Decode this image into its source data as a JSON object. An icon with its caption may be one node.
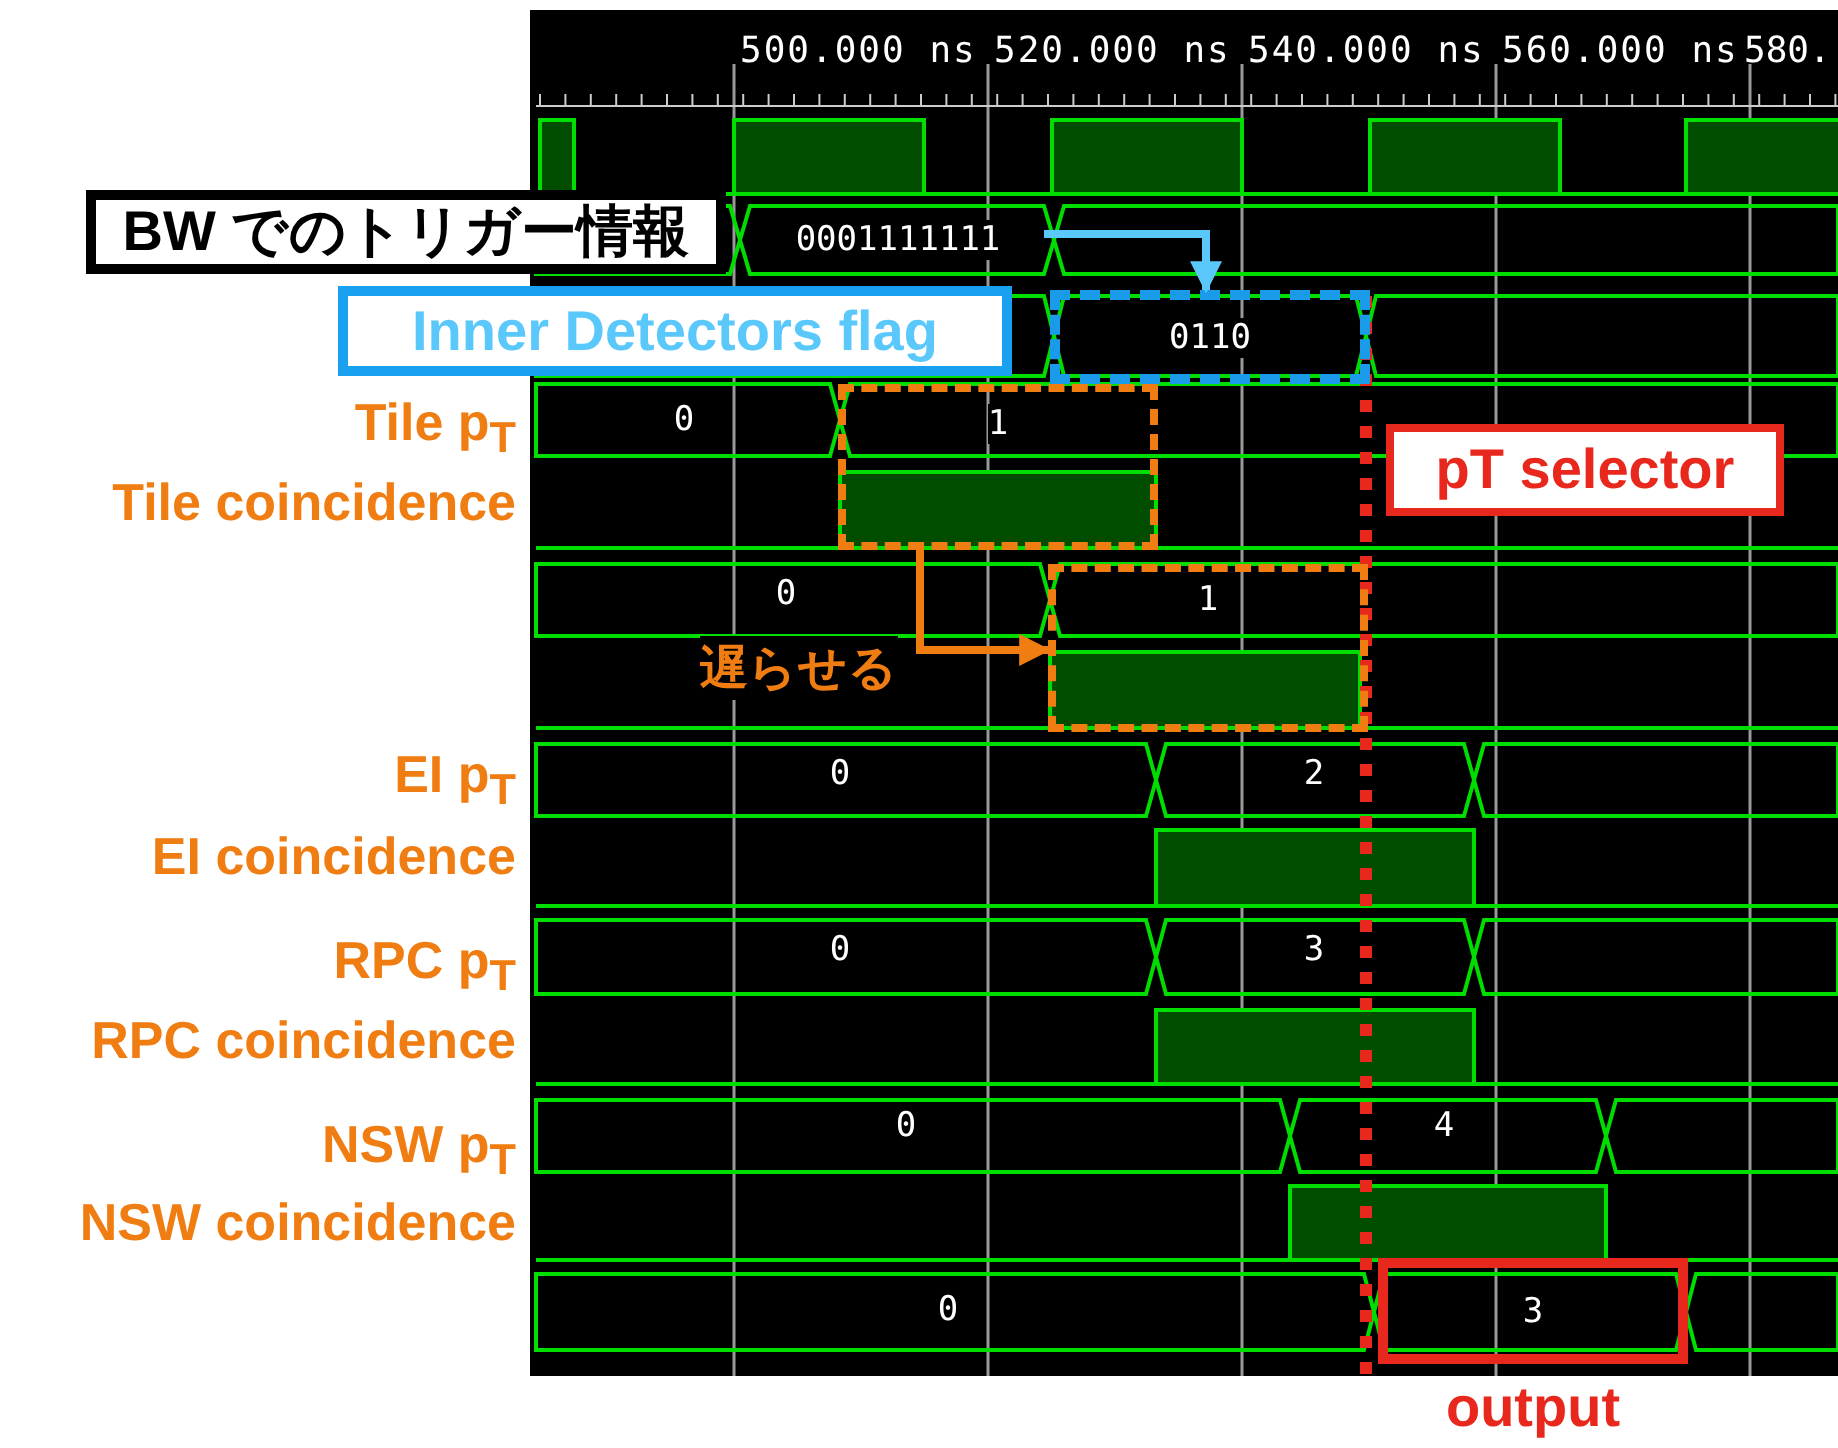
{
  "diagram": {
    "nodes": [
      {
        "text": [
          "BW でのトリガー情報"
        ]
      },
      {
        "text": [
          "Inner Detectors flag"
        ]
      },
      {
        "text": [
          "0001111111"
        ]
      },
      {
        "text": [
          "0110"
        ]
      },
      {
        "text": [
          "1"
        ]
      },
      {
        "text": [
          "1"
        ]
      },
      {
        "text": [
          "pT selector"
        ]
      },
      {
        "text": [
          "3"
        ],
        "beside": [
          "output"
        ]
      }
    ],
    "edges": [
      {
        "from": 2,
        "to": 3,
        "arrow": "to",
        "color": "#5ac8fa"
      },
      {
        "from": 4,
        "to": 5,
        "arrow": "to",
        "label": "遅らせる",
        "color": "#f07d12"
      }
    ],
    "labels": [
      "500.000 ns",
      "520.000 ns",
      "540.000 ns",
      "560.000 ns",
      "580.",
      "Tile p$_{T}$",
      "0",
      "Tile coincidence",
      "0",
      "EI p$_{T}$",
      "0",
      "2",
      "EI coincidence",
      "RPC p$_{T}$",
      "0",
      "3",
      "RPC coincidence",
      "NSW p$_{T}$",
      "0",
      "4",
      "NSW coincidence",
      "0"
    ]
  }
}
